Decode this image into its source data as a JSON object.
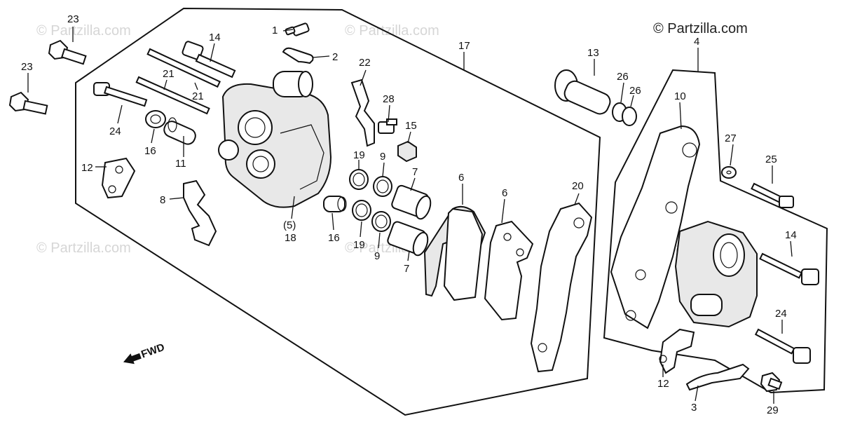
{
  "copyright": "© Partzilla.com",
  "watermark": "© Partzilla.com",
  "fwd_label": "FWD",
  "callouts": {
    "p1": "1",
    "p2": "2",
    "p3": "3",
    "p4": "4",
    "p5": "(5)",
    "p6a": "6",
    "p6b": "6",
    "p7a": "7",
    "p7b": "7",
    "p8": "8",
    "p9a": "9",
    "p9b": "9",
    "p10": "10",
    "p11": "11",
    "p12a": "12",
    "p12b": "12",
    "p13": "13",
    "p14a": "14",
    "p14b": "14",
    "p15": "15",
    "p16a": "16",
    "p16b": "16",
    "p17": "17",
    "p18": "18",
    "p19a": "19",
    "p19b": "19",
    "p20": "20",
    "p21a": "21",
    "p21b": "21",
    "p22": "22",
    "p23a": "23",
    "p23b": "23",
    "p24a": "24",
    "p24b": "24",
    "p25": "25",
    "p26a": "26",
    "p26b": "26",
    "p27": "27",
    "p28": "28",
    "p29": "29"
  }
}
